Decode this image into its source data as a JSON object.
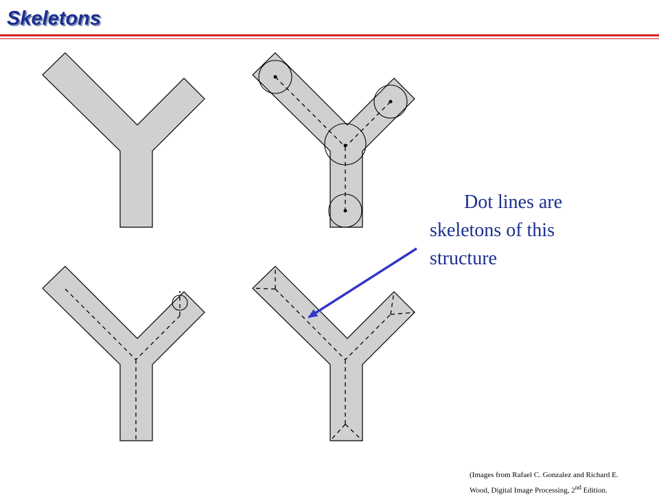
{
  "slide": {
    "title": "Skeletons"
  },
  "caption": {
    "line1": "Dot lines are",
    "line2": "skeletons of this",
    "line3": "structure"
  },
  "source_note": {
    "line1": "(Images from Rafael C. Gonzalez and Richard E.",
    "line2_prefix": "Wood, Digital Image Processing, 2",
    "line2_superscript": "nd",
    "line2_suffix": " Edition."
  },
  "colors": {
    "title_text": "#1b2f8f",
    "title_rule": "#d42020",
    "caption_text": "#1b2f8f",
    "arrow": "#3434c8",
    "shape_fill": "#d0d0d0",
    "shape_outline": "#000000"
  }
}
